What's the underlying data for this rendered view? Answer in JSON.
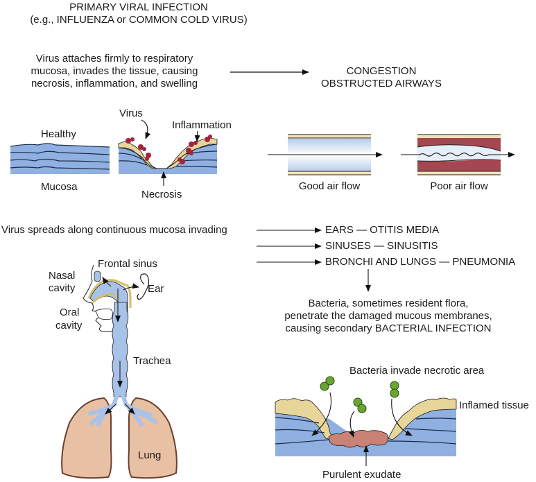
{
  "title": {
    "line1": "PRIMARY VIRAL INFECTION",
    "line2": "(e.g., INFLUENZA or COMMON COLD VIRUS)"
  },
  "attach": {
    "lines": [
      "Virus attaches firmly to respiratory",
      "mucosa, invades the tissue, causing",
      "necrosis, inflammation, and swelling"
    ]
  },
  "result": {
    "line1": "CONGESTION",
    "line2": "OBSTRUCTED AIRWAYS"
  },
  "mucosa_panel": {
    "healthy": "Healthy",
    "mucosa": "Mucosa",
    "virus": "Virus",
    "inflammation": "Inflammation",
    "necrosis": "Necrosis"
  },
  "airflow_panel": {
    "good": "Good air flow",
    "poor": "Poor air flow"
  },
  "spread": {
    "lead": "Virus spreads along continuous mucosa invading",
    "targets": [
      "EARS — OTITIS MEDIA",
      "SINUSES — SINUSITIS",
      "BRONCHI AND LUNGS — PNEUMONIA"
    ]
  },
  "anatomy": {
    "frontal_sinus": "Frontal sinus",
    "nasal_line1": "Nasal",
    "nasal_line2": "cavity",
    "ear": "Ear",
    "oral_line1": "Oral",
    "oral_line2": "cavity",
    "trachea": "Trachea",
    "lung": "Lung"
  },
  "bacterial": {
    "lines": [
      "Bacteria, sometimes resident flora,",
      "penetrate the damaged mucous membranes,",
      "causing secondary BACTERIAL INFECTION"
    ]
  },
  "bacteria_panel": {
    "invade": "Bacteria invade necrotic area",
    "inflamed": "Inflamed tissue",
    "exudate": "Purulent exudate"
  },
  "colors": {
    "mucosa_blue": "#8fb0e0",
    "inflamed_tan": "#e8d59a",
    "virus_red": "#a3243c",
    "swollen_red": "#a64650",
    "exudate_pink": "#c98276",
    "bacteria_green": "#6aa530",
    "lung_skin": "#e8c0a4",
    "airway_light": "#b8d0ee"
  }
}
